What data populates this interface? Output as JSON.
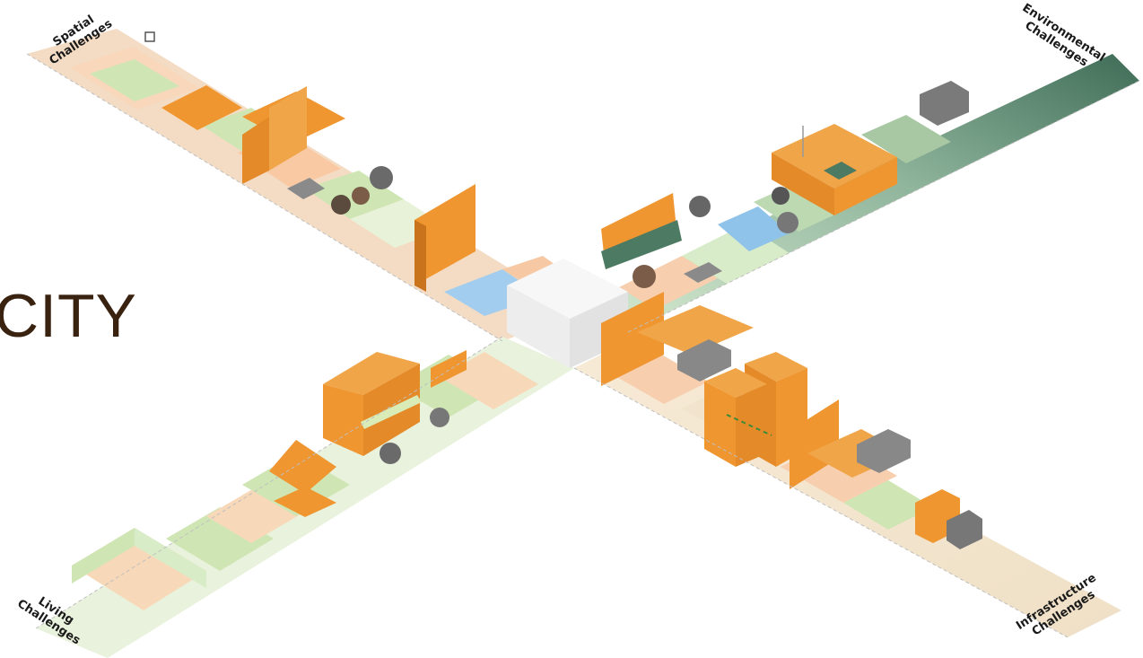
{
  "title": "CITY",
  "labels": {
    "spatial": [
      "Spatial",
      "Challenges"
    ],
    "environmental": [
      "Environmental",
      "Challenges"
    ],
    "living": [
      "Living",
      "Challenges"
    ],
    "infrastructure": [
      "Infrastructure",
      "Challenges"
    ]
  },
  "colors": {
    "orange": "#ef9630",
    "orange_dark": "#c9741c",
    "green_light": "#d9ecc8",
    "green_mid": "#b9d9a4",
    "green_dark": "#4d7a62",
    "peach": "#f8d4b4",
    "beige": "#f2e4cc",
    "water": "#9cc9ec"
  }
}
